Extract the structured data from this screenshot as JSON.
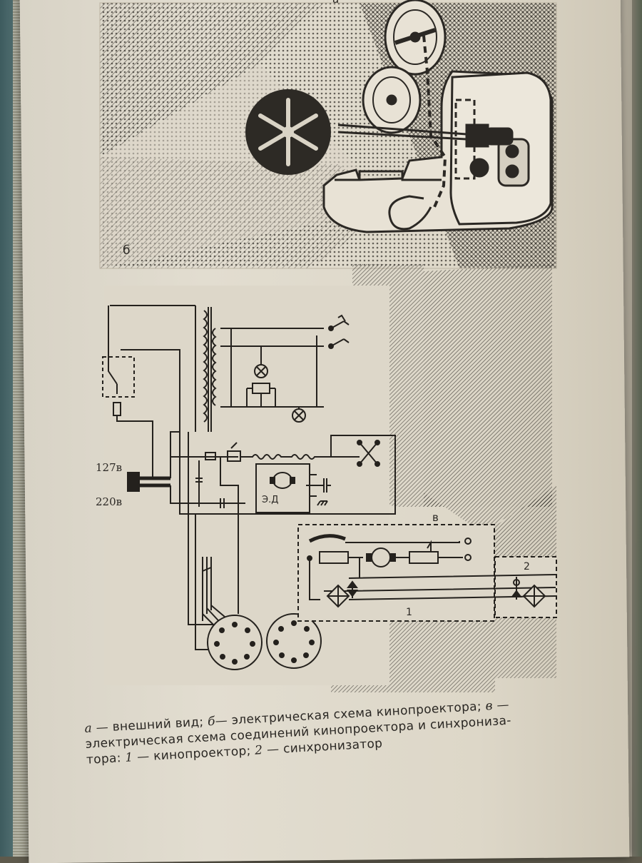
{
  "labels": {
    "panel_a": "а",
    "panel_b": "б",
    "panel_v": "в",
    "voltage_127": "127в",
    "voltage_220": "220в",
    "motor": "Э.Д",
    "unit_1": "1",
    "unit_2": "2"
  },
  "caption": {
    "line1_a": "а",
    "line1_a_text": " — внешний вид; ",
    "line1_b": "б",
    "line1_b_text": "— электрическая схема кинопроектора; ",
    "line1_v": "в",
    "line1_v_text": " —",
    "line2": "электрическая схема соединений кинопроектора и синхрониза-",
    "line3_start": "тора: ",
    "line3_1": "1",
    "line3_1_text": " — кинопроектор; ",
    "line3_2": "2",
    "line3_2_text": " — синхронизатор"
  },
  "colors": {
    "ink": "#2b2824",
    "paper": "#ddd7c9",
    "cover": "#4f6c6d"
  }
}
